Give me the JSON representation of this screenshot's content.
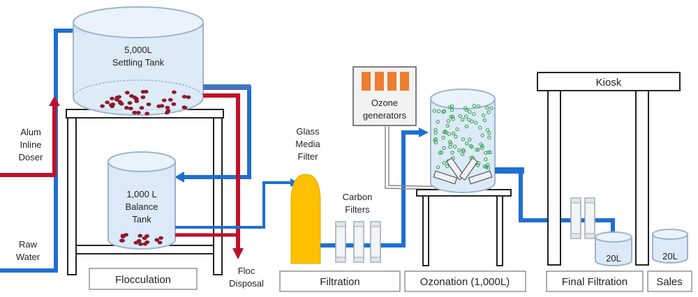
{
  "labels": {
    "alum_doser": [
      "Alum",
      "Inline",
      "Doser"
    ],
    "raw_water": [
      "Raw",
      "Water"
    ],
    "settling_tank": [
      "5,000L",
      "Settling Tank"
    ],
    "balance_tank": [
      "1,000 L",
      "Balance",
      "Tank"
    ],
    "floc_disposal": [
      "Floc",
      "Disposal"
    ],
    "glass_media_filter": [
      "Glass",
      "Media",
      "Filter"
    ],
    "carbon_filters": [
      "Carbon",
      "Filters"
    ],
    "ozone_generators": [
      "Ozone",
      "generators"
    ],
    "kiosk": "Kiosk",
    "jug_large": "20L",
    "jug_small": "20L"
  },
  "stages": {
    "flocculation": "Flocculation",
    "filtration": "Filtration",
    "ozonation": "Ozonation (1,000L)",
    "final_filtration": "Final Filtration",
    "sales": "Sales"
  },
  "colors": {
    "blue_pipe": "#1f6fd1",
    "red_pipe": "#c0112a",
    "tank_fill": "#dceaf7",
    "tank_stroke": "#9bb4cc",
    "floc_dots": "#8b1a2b",
    "glass_filter": "#ffc000",
    "ozone_gen": "#ed7d31",
    "bubbles": "#2e9e44"
  }
}
